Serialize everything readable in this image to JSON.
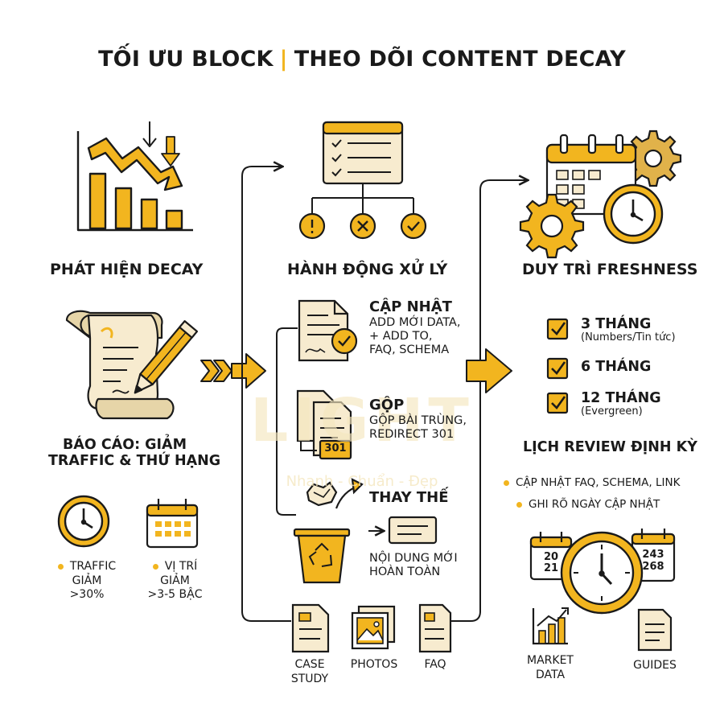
{
  "title": {
    "left": "TỐI ƯU BLOCK",
    "separator": "|",
    "right": "THEO DÕI CONTENT DECAY"
  },
  "watermark": {
    "brand": "LIGHT",
    "tagline": "Nhanh - Chuẩn - Đẹp"
  },
  "col1": {
    "heading": "PHÁT HIỆN DECAY",
    "report_line1": "BÁO CÁO: GIẢM",
    "report_line2": "TRAFFIC & THỨ HẠNG",
    "metric1": {
      "line1": "TRAFFIC",
      "line2": "GIẢM",
      "line3": ">30%"
    },
    "metric2": {
      "line1": "VỊ TRÍ",
      "line2": "GIẢM",
      "line3": ">3-5 BẬC"
    }
  },
  "col2": {
    "heading": "HÀNH ĐỘNG XỬ LÝ",
    "update": {
      "title": "CẬP NHẬT",
      "line1": "ADD MỚI DATA,",
      "line2": "+ ADD TO,",
      "line3": "FAQ, SCHEMA"
    },
    "merge": {
      "title": "GỘP",
      "line1": "GỘP BÀI TRÙNG,",
      "line2": "REDIRECT 301",
      "badge": "301"
    },
    "replace": {
      "title": "THAY THẾ",
      "line1": "NỘI DUNG MỚI",
      "line2": "HOÀN TOÀN"
    },
    "resources": [
      {
        "line1": "CASE",
        "line2": "STUDY"
      },
      {
        "line1": "PHOTOS"
      },
      {
        "line1": "FAQ"
      }
    ]
  },
  "col3": {
    "heading": "DUY TRÌ FRESHNESS",
    "schedule": [
      {
        "label": "3 THÁNG",
        "note": "(Numbers/Tin tức)"
      },
      {
        "label": "6 THÁNG",
        "note": ""
      },
      {
        "label": "12 THÁNG",
        "note": "(Evergreen)"
      }
    ],
    "review_heading": "LỊCH REVIEW ĐỊNH KỲ",
    "review_items": [
      "CẬP NHẬT FAQ, SCHEMA, LINK",
      "GHI RÕ NGÀY CẬP NHẬT"
    ],
    "cal_left": {
      "top": "20",
      "bottom": "21"
    },
    "cal_right": {
      "top": "243",
      "bottom": "268"
    },
    "resources": [
      {
        "line1": "MARKET",
        "line2": "DATA"
      },
      {
        "line1": "GUIDES"
      }
    ]
  },
  "colors": {
    "accent": "#f2b51f",
    "ink": "#1a1a1a",
    "paper": "#f7ebcf"
  }
}
